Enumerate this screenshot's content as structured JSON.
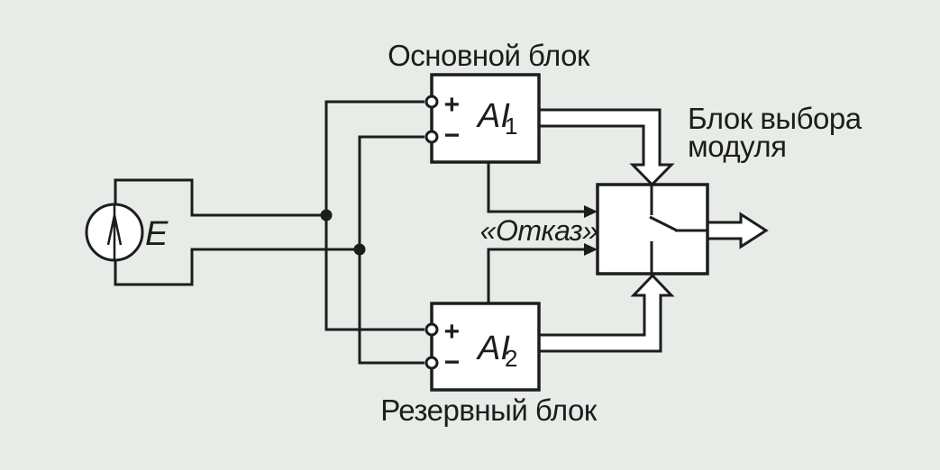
{
  "colors": {
    "background": "#e8ece8",
    "line": "#1d1d1b",
    "shape_fill": "#ffffff"
  },
  "source": {
    "label": "E"
  },
  "main_block": {
    "title": "Основной блок",
    "name": "AI",
    "subscript": "1",
    "plus": "+",
    "minus": "−"
  },
  "reserve_block": {
    "title": "Резервный блок",
    "name": "AI",
    "subscript": "2",
    "plus": "+",
    "minus": "−"
  },
  "selector_block": {
    "title_line1": "Блок выбора",
    "title_line2": "модуля"
  },
  "failure_signal": {
    "label": "«Отказ»"
  }
}
